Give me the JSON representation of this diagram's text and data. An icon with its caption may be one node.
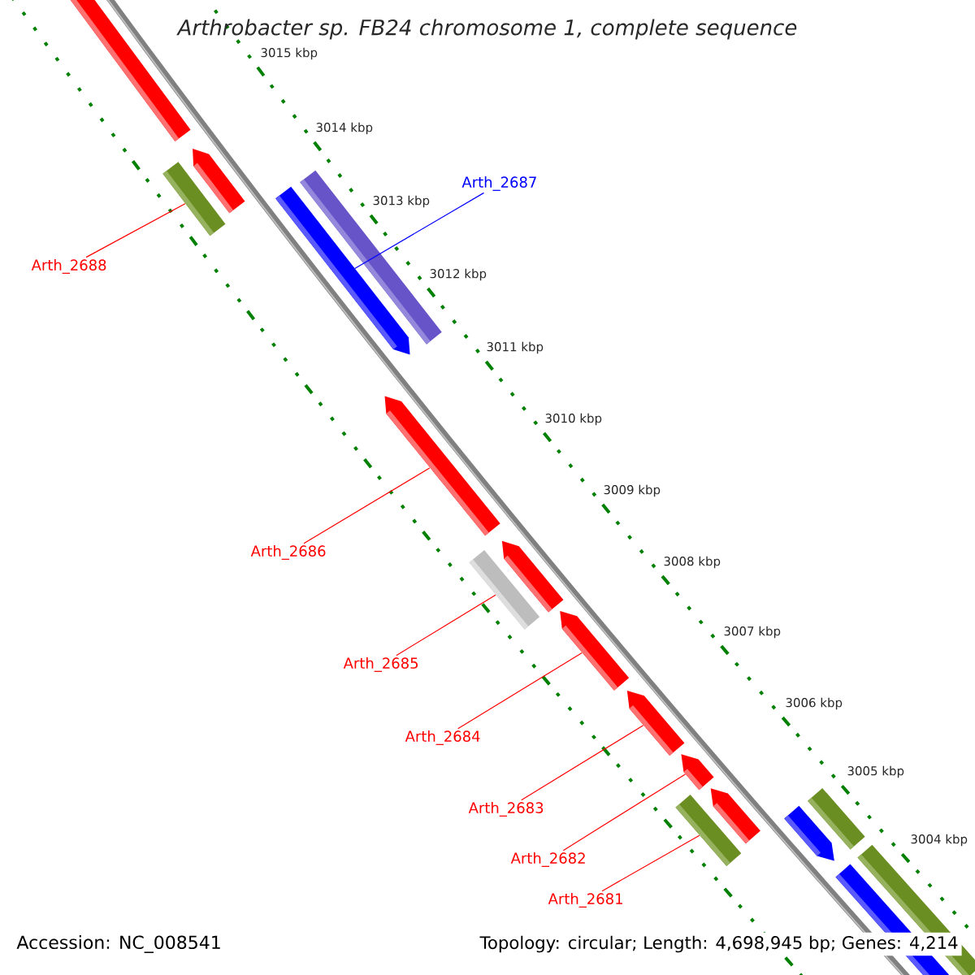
{
  "diagram": {
    "title": "Arthrobacter sp. FB24 chromosome 1, complete sequence",
    "nodes": [
      {
        "text": [],
        "shape": "arrow"
      },
      {
        "text": [],
        "shape": "arrow"
      },
      {
        "text": [],
        "shape": "bar"
      },
      {
        "text": [],
        "shape": "arrow"
      },
      {
        "text": [],
        "shape": "bar"
      },
      {
        "text": [],
        "shape": "arrow"
      },
      {
        "text": [],
        "shape": "arrow"
      },
      {
        "text": [],
        "shape": "bar"
      },
      {
        "text": [],
        "shape": "arrow"
      },
      {
        "text": [],
        "shape": "arrow"
      },
      {
        "text": [],
        "shape": "arrow"
      },
      {
        "text": [],
        "shape": "arrow"
      },
      {
        "text": [],
        "shape": "bar"
      },
      {
        "text": [],
        "shape": "arrow"
      },
      {
        "text": [],
        "shape": "bar"
      },
      {
        "text": [],
        "shape": "arrow"
      },
      {
        "text": [],
        "shape": "bar"
      },
      {
        "text": [
          "Arth_2687"
        ]
      },
      {
        "text": [
          "Arth_2688"
        ]
      },
      {
        "text": [
          "Arth_2686"
        ]
      },
      {
        "text": [
          "Arth_2685"
        ]
      },
      {
        "text": [
          "Arth_2684"
        ]
      },
      {
        "text": [
          "Arth_2683"
        ]
      },
      {
        "text": [
          "Arth_2682"
        ]
      },
      {
        "text": [
          "Arth_2681"
        ]
      }
    ],
    "edges": [
      {
        "from": 17,
        "to": 3,
        "arrow": "none",
        "color": "#0000ff"
      },
      {
        "from": 18,
        "to": 2,
        "arrow": "none"
      },
      {
        "from": 19,
        "to": 5,
        "arrow": "none"
      },
      {
        "from": 20,
        "to": 7,
        "arrow": "none"
      },
      {
        "from": 21,
        "to": 8,
        "arrow": "none"
      },
      {
        "from": 22,
        "to": 9,
        "arrow": "none"
      },
      {
        "from": 23,
        "to": 10,
        "arrow": "none"
      },
      {
        "from": 24,
        "to": 12,
        "arrow": "none"
      }
    ],
    "labels": [
      "3015 kbp",
      "3014 kbp",
      "3013 kbp",
      "3012 kbp",
      "3011 kbp",
      "3010 kbp",
      "3009 kbp",
      "3008 kbp",
      "3007 kbp",
      "3006 kbp",
      "3005 kbp",
      "3004 kbp",
      "Accession: NC_008541",
      "Topology: circular; Length: 4,698,945 bp; Genes: 4,214"
    ]
  }
}
